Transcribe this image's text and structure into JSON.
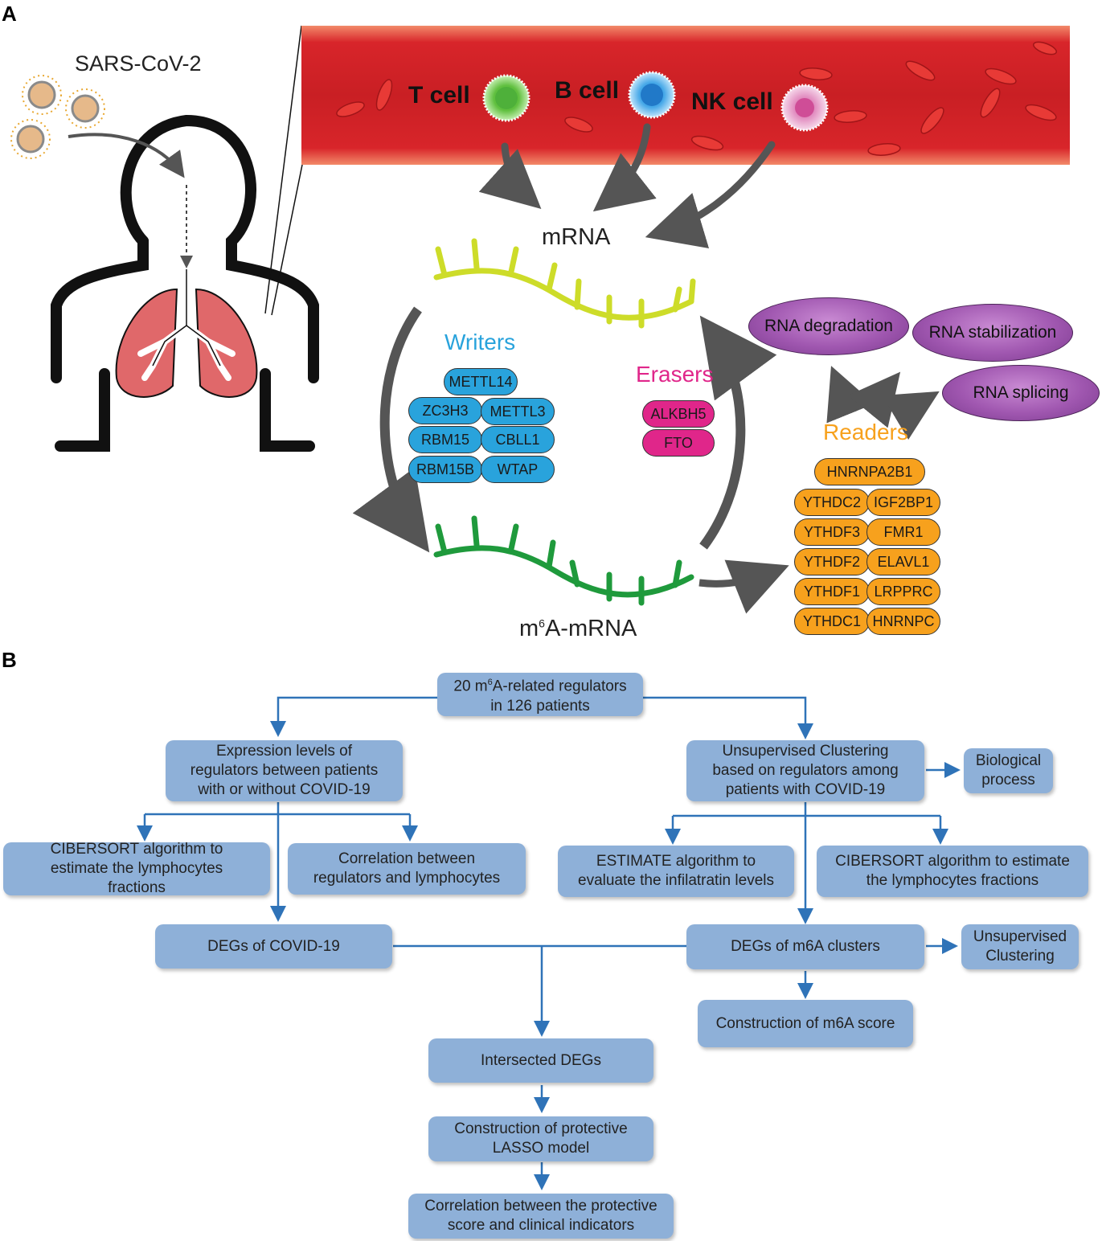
{
  "panelA": {
    "label": "A",
    "virus_label": "SARS-CoV-2",
    "cells": [
      "T cell",
      "B cell",
      "NK cell"
    ],
    "mrna_label": "mRNA",
    "m6a_mrna_label": "A-mRNA",
    "m6a_prefix": "m",
    "m6a_superscript": "6",
    "writers": {
      "title": "Writers",
      "items": [
        "METTL14",
        "ZC3H3",
        "METTL3",
        "RBM15",
        "CBLL1",
        "RBM15B",
        "WTAP"
      ]
    },
    "erasers": {
      "title": "Erasers",
      "items": [
        "ALKBH5",
        "FTO"
      ]
    },
    "readers": {
      "title": "Readers",
      "items": [
        "HNRNPA2B1",
        "YTHDC2",
        "IGF2BP1",
        "YTHDF3",
        "FMR1",
        "YTHDF2",
        "ELAVL1",
        "YTHDF1",
        "LRPPRC",
        "YTHDC1",
        "HNRNPC"
      ]
    },
    "outcomes": [
      "RNA degradation",
      "RNA stabilization",
      "RNA splicing"
    ],
    "colors": {
      "writers": "#29a3dc",
      "erasers": "#e0268a",
      "readers": "#f7a11d",
      "mrna": "#cddc29",
      "m6a": "#1f9a3c",
      "vessel": "#d8252a"
    }
  },
  "panelB": {
    "label": "B",
    "root_line1": "20 m",
    "root_sup": "6",
    "root_line1_rest": "A-related regulators",
    "root_line2": "in 126 patients",
    "expr": "Expression levels of\nregulators between patients\nwith or without COVID-19",
    "cluster": "Unsupervised Clustering\nbased on regulators among\npatients with COVID-19",
    "bio": "Biological\nprocess",
    "ciber1": "CIBERSORT algorithm to\nestimate the lymphocytes\nfractions",
    "corr": "Correlation between\nregulators and lymphocytes",
    "estimate": "ESTIMATE algorithm to\nevaluate the infilatratin levels",
    "ciber2": "CIBERSORT algorithm to estimate\nthe lymphocytes fractions",
    "deg_covid": "DEGs of COVID-19",
    "deg_m6a": "DEGs of m6A clusters",
    "unsup": "Unsupervised\nClustering",
    "score": "Construction of m6A score",
    "intersect": "Intersected DEGs",
    "lasso": "Construction of protective\nLASSO model",
    "corr2": "Correlation between the protective\nscore and clinical indicators"
  }
}
